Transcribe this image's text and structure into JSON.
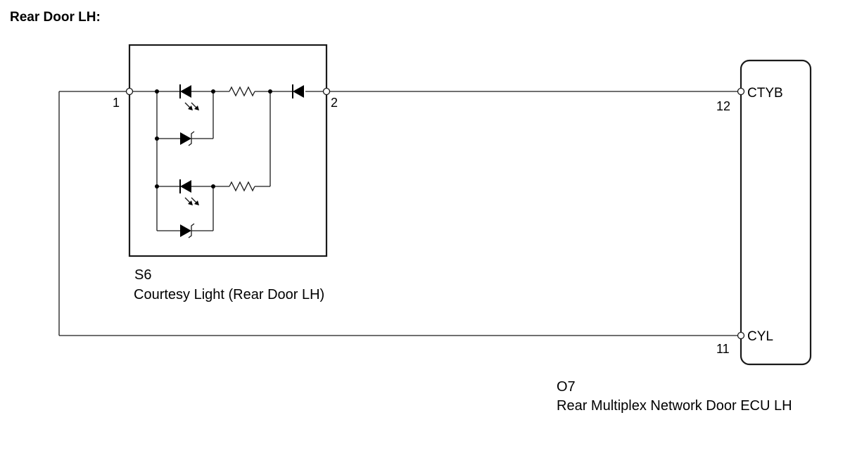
{
  "title": "Rear Door LH:",
  "components": {
    "courtesy_light": {
      "id": "S6",
      "name": "Courtesy Light (Rear Door LH)",
      "pins": {
        "left": "1",
        "right": "2"
      }
    },
    "ecu": {
      "id": "O7",
      "name": "Rear Multiplex Network Door ECU LH",
      "terminals": [
        {
          "pin": "12",
          "signal": "CTYB"
        },
        {
          "pin": "11",
          "signal": "CYL"
        }
      ]
    }
  }
}
